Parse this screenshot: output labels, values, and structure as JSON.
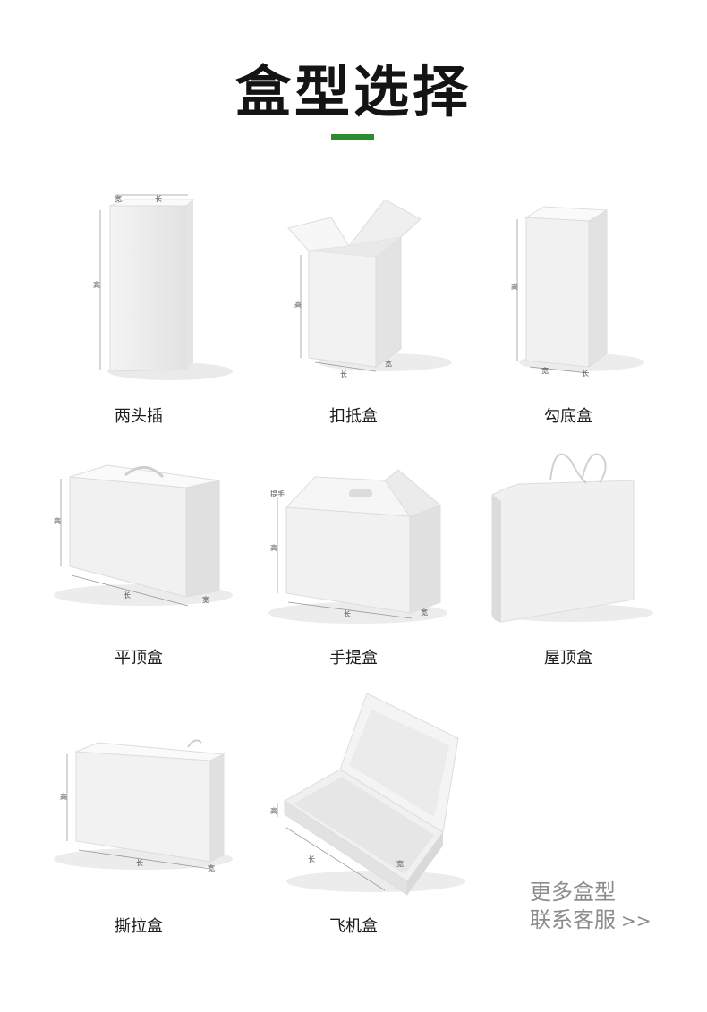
{
  "page": {
    "title": "盒型选择",
    "accent_color": "#2e8b2e"
  },
  "boxes": [
    {
      "name": "两头插",
      "dims": {
        "w": "宽",
        "l": "长",
        "h": "高"
      }
    },
    {
      "name": "扣抵盒",
      "dims": {
        "h": "高",
        "l": "长",
        "w": "宽"
      }
    },
    {
      "name": "勾底盒",
      "dims": {
        "h": "高",
        "w": "宽",
        "l": "长"
      }
    },
    {
      "name": "平顶盒",
      "dims": {
        "h": "高",
        "l": "长",
        "w": "宽"
      }
    },
    {
      "name": "手提盒",
      "dims": {
        "handle": "提手",
        "h": "高",
        "l": "长",
        "w": "宽"
      }
    },
    {
      "name": "屋顶盒",
      "dims": {}
    },
    {
      "name": "撕拉盒",
      "dims": {
        "h": "高",
        "l": "长",
        "w": "宽"
      }
    },
    {
      "name": "飞机盒",
      "dims": {
        "h": "高",
        "l": "长",
        "w": "宽"
      }
    }
  ],
  "more": {
    "line1": "更多盒型",
    "line2": "联系客服",
    "arrow": ">>"
  }
}
